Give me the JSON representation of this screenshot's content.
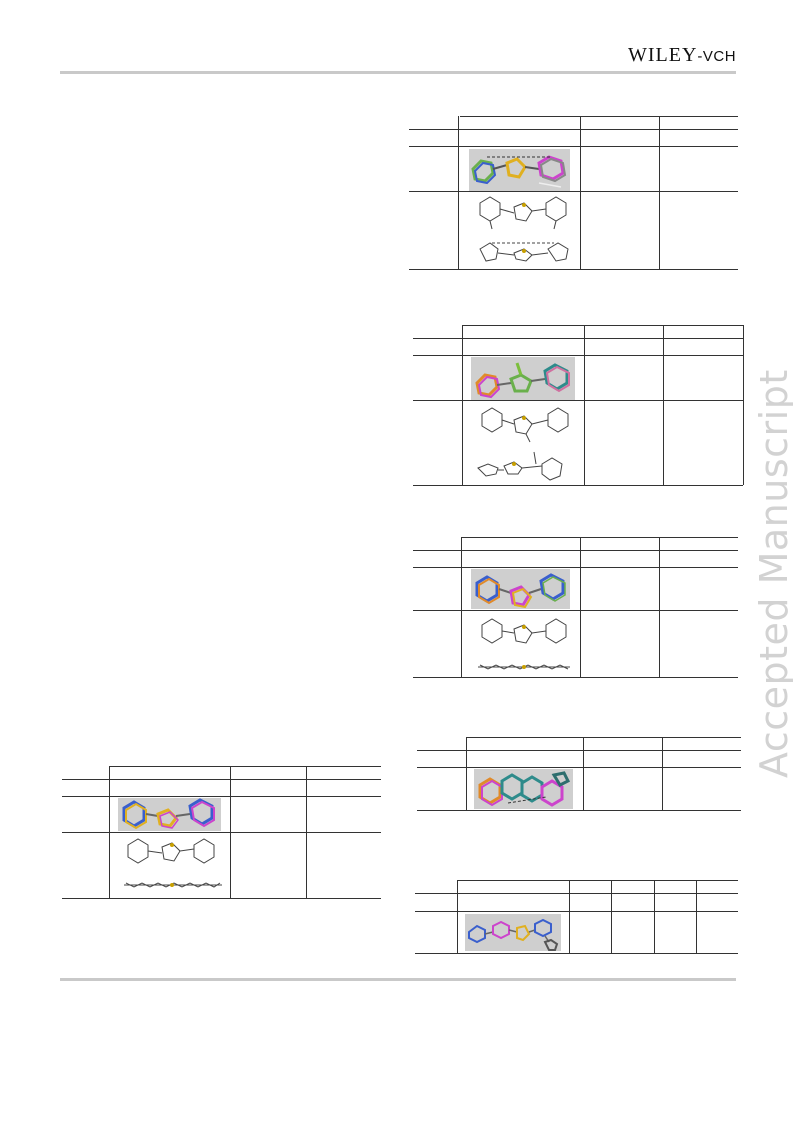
{
  "header": {
    "brand_main": "WILEY",
    "brand_suffix": "-VCH"
  },
  "watermark": "Accepted Manuscript",
  "colors": {
    "rule": "#c9c9c9",
    "watermark": "#d2d2d2",
    "molecule_background": "#cfcfcf"
  }
}
